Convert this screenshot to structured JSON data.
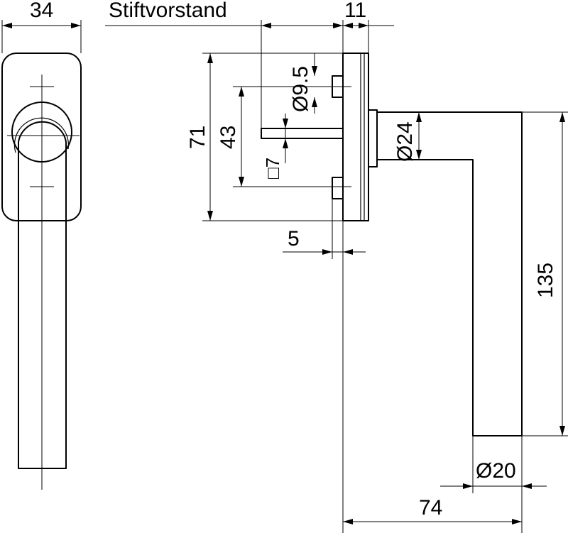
{
  "dimensions": {
    "width_34": "34",
    "pin_protrusion_label": "Stiftvorstand",
    "rosette_depth_11": "11",
    "diameter_9_5": "Ø9.5",
    "screw_spacing_43": "43",
    "rosette_height_71": "71",
    "square_pin_7": "□7",
    "neck_diameter_24": "Ø24",
    "offset_5": "5",
    "lever_length_135": "135",
    "grip_diameter_20": "Ø20",
    "projection_74": "74"
  }
}
